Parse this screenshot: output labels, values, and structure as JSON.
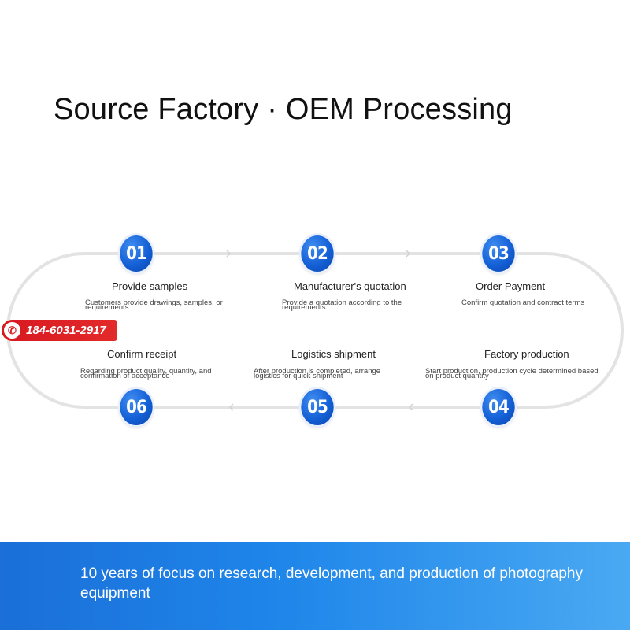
{
  "title": "Source Factory · OEM Processing",
  "steps": [
    {
      "num": "01",
      "title": "Provide samples",
      "desc": "Customers provide drawings, samples, or",
      "desc_overlap": "requirements"
    },
    {
      "num": "02",
      "title": "Manufacturer's quotation",
      "desc": "Provide a quotation according to the",
      "desc_overlap": "requirements"
    },
    {
      "num": "03",
      "title": "Order Payment",
      "desc": "Confirm quotation and contract terms",
      "desc_overlap": ""
    },
    {
      "num": "04",
      "title": "Factory production",
      "desc": "Start production, production cycle determined based",
      "desc_overlap": "on product quantity"
    },
    {
      "num": "05",
      "title": "Logistics shipment",
      "desc": "After production is completed, arrange",
      "desc_overlap": "logistics for quick shipment"
    },
    {
      "num": "06",
      "title": "Confirm receipt",
      "desc": "Regarding product quality, quantity, and",
      "desc_overlap": "confirmation of acceptance"
    }
  ],
  "phone": "184-6031-2917",
  "phone_icon": "phone-icon",
  "footer_text": "10 years of focus on research, development, and production of photography equipment",
  "colors": {
    "badge": "#1460d6",
    "phone_badge": "#d71920",
    "footer": "#1f86ea",
    "track": "#e3e3e3"
  }
}
